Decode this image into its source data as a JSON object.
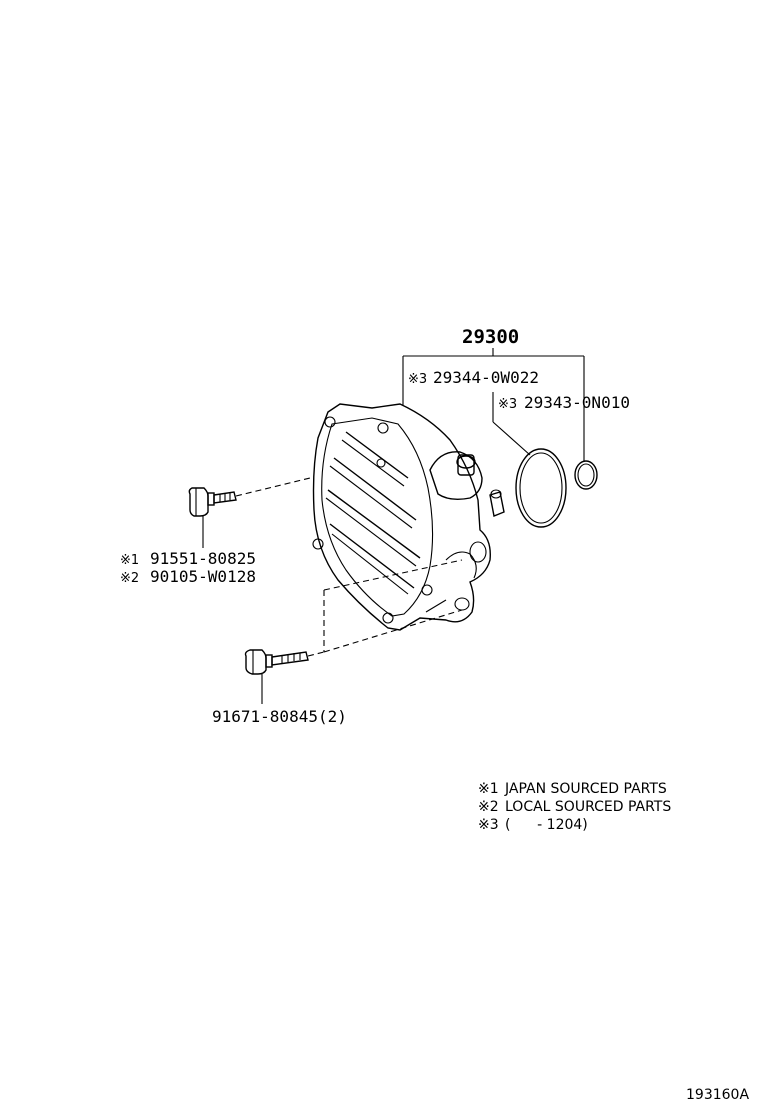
{
  "parts": {
    "assembly": "29300",
    "gasket_large": {
      "mark": "※3",
      "number": "29344-0W022"
    },
    "gasket_small": {
      "mark": "※3",
      "number": "29343-0N010"
    },
    "bolt_upper": [
      {
        "mark": "※1",
        "number": "91551-80825"
      },
      {
        "mark": "※2",
        "number": "90105-W0128"
      }
    ],
    "bolt_lower": {
      "number": "91671-80845(2)"
    }
  },
  "legend": [
    {
      "mark": "※1",
      "text": "JAPAN SOURCED PARTS"
    },
    {
      "mark": "※2",
      "text": "LOCAL SOURCED PARTS"
    },
    {
      "mark": "※3",
      "text": "(      - 1204)"
    }
  ],
  "figure_id": "193160A"
}
